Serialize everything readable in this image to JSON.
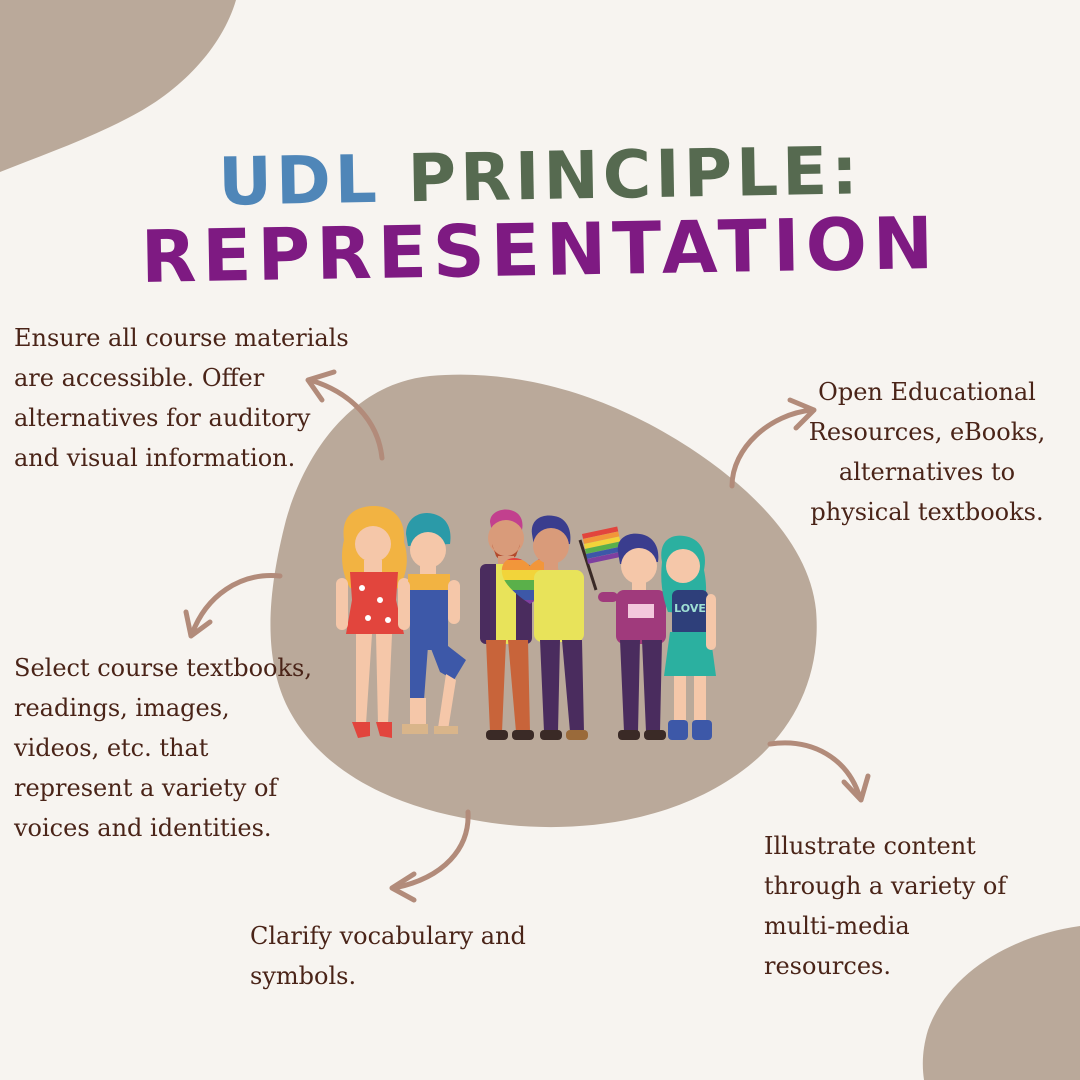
{
  "title": {
    "line1_word1": "UDL",
    "line1_word2": "PRINCIPLE:",
    "line2": "REPRESENTATION"
  },
  "callouts": {
    "top_left": "Ensure all course materials are accessible. Offer alternatives for auditory and visual information.",
    "top_right": "Open Educational Resources, eBooks, alternatives to physical textbooks.",
    "mid_left": "Select course textbooks, readings, images, videos, etc. that represent a variety of voices and identities.",
    "bottom_center": "Clarify vocabulary and symbols.",
    "bottom_right": "Illustrate content through a variety of multi-media resources."
  },
  "illustration": {
    "shirt_text": "LOVE"
  },
  "colors": {
    "background": "#f7f4f0",
    "blob": "#baa99a",
    "arrow": "#b28b7a",
    "text": "#4a2418",
    "title_udl": "#4f86b8",
    "title_principle": "#566a50",
    "title_representation": "#7e1a82"
  }
}
